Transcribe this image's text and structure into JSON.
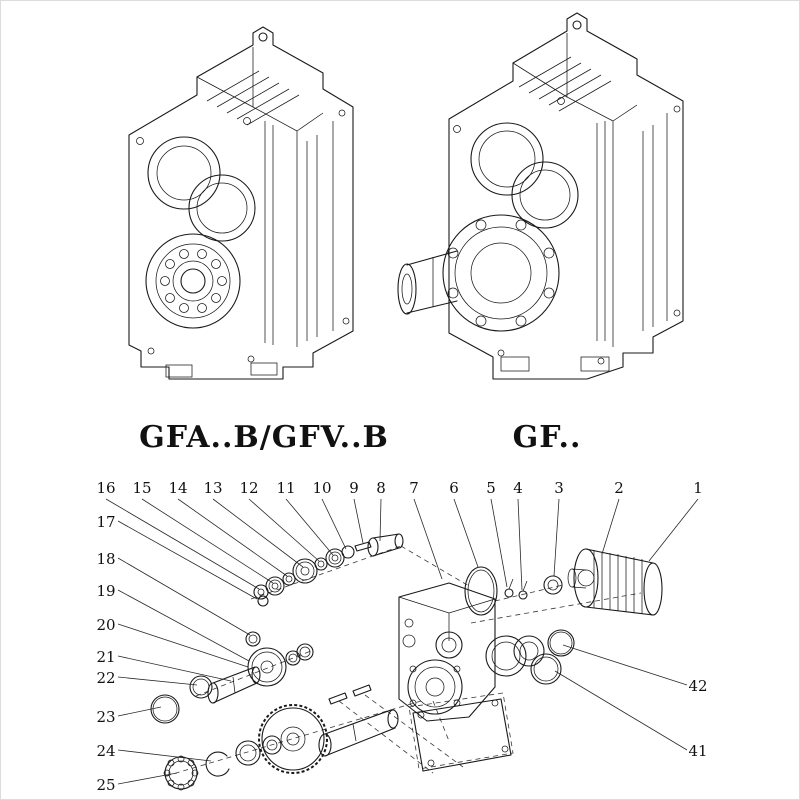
{
  "models": {
    "left": "GFA..B/GFV..B",
    "right": "GF.."
  },
  "exploded": {
    "top": [
      "16",
      "15",
      "14",
      "13",
      "12",
      "11",
      "10",
      "9",
      "8",
      "7",
      "6",
      "5",
      "4",
      "3",
      "2",
      "1"
    ],
    "left": [
      "17",
      "18",
      "19",
      "20",
      "21",
      "22",
      "23",
      "24",
      "25"
    ],
    "right": [
      "42",
      "41"
    ]
  },
  "colors": {
    "line": "#1a1a1a",
    "background": "#ffffff"
  }
}
